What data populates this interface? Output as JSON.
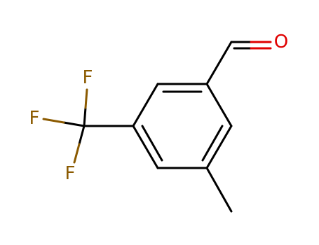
{
  "molecule": {
    "atoms": [
      {
        "id": "O1",
        "symbol": "O",
        "color": "#e00000"
      },
      {
        "id": "F1",
        "symbol": "F",
        "color": "#8b5a00"
      },
      {
        "id": "F2",
        "symbol": "F",
        "color": "#8b5a00"
      },
      {
        "id": "F3",
        "symbol": "F",
        "color": "#8b5a00"
      }
    ],
    "bond_color": "#000000"
  }
}
